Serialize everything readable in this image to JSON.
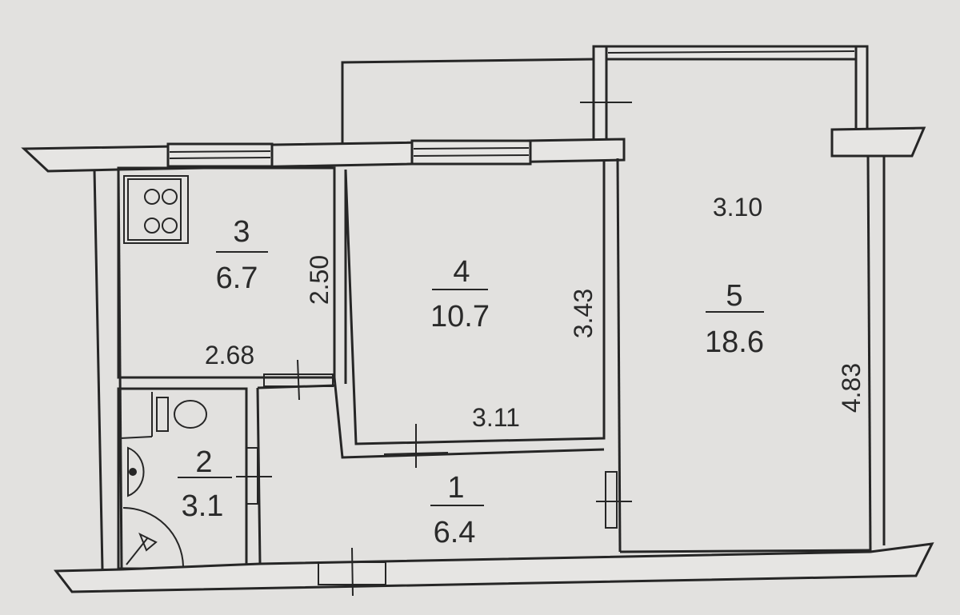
{
  "plan": {
    "rooms": [
      {
        "number": "1",
        "area": "6.4"
      },
      {
        "number": "2",
        "area": "3.1"
      },
      {
        "number": "3",
        "area": "6.7"
      },
      {
        "number": "4",
        "area": "10.7"
      },
      {
        "number": "5",
        "area": "18.6"
      }
    ],
    "dimensions": {
      "kitchen_width": "2.68",
      "kitchen_depth": "2.50",
      "room4_width": "3.11",
      "room4_depth": "3.43",
      "room5_width": "3.10",
      "room5_depth": "4.83"
    },
    "colors": {
      "paper": "#e2e1df",
      "ink": "#262626"
    }
  }
}
